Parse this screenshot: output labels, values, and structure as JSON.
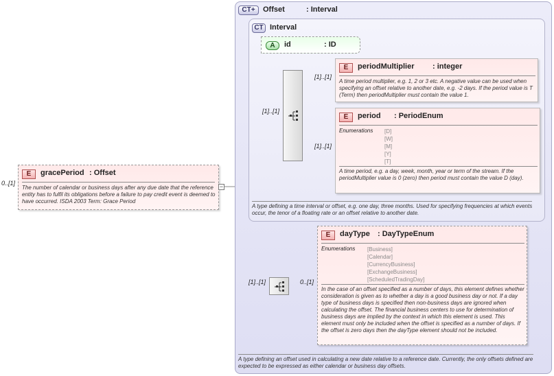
{
  "outer_type": {
    "badge": "CT+",
    "name": "Offset",
    "type": ": Interval",
    "description": "A type defining an offset used in calculating a new date relative to a reference date. Currently, the only offsets defined are expected to be expressed as either calendar or business day offsets."
  },
  "inner_type": {
    "badge": "CT",
    "name": "Interval",
    "description": "A type defining a time interval or offset, e.g. one day, three months. Used for specifying frequencies at which events occur, the tenor of a floating rate or an offset relative to another date."
  },
  "root_element": {
    "badge": "E",
    "name": "gracePeriod",
    "type": ": Offset",
    "cardinality": "0..[1]",
    "toggle": "−",
    "description": "The number of calendar or business days after any due date that the reference entity has to fulfil its obligations before a failure to pay credit event is deemed to have occurred. ISDA 2003 Term: Grace Period"
  },
  "attribute": {
    "badge": "A",
    "name": "id",
    "type": ": ID"
  },
  "inner_sequence": {
    "cardinality": "[1]..[1]"
  },
  "period_multiplier": {
    "badge": "E",
    "name": "periodMultiplier",
    "type": ": integer",
    "cardinality": "[1]..[1]",
    "description": "A time period multiplier, e.g. 1, 2 or 3 etc. A negative value can be used when specifying an offset relative to another date, e.g. -2 days. If the period value is T (Term) then periodMultiplier must contain the value 1."
  },
  "period": {
    "badge": "E",
    "name": "period",
    "type": ": PeriodEnum",
    "cardinality": "[1]..[1]",
    "enumerations_label": "Enumerations",
    "enumerations": [
      "[D]",
      "[W]",
      "[M]",
      "[Y]",
      "[T]"
    ],
    "description": "A time period, e.g. a day, week, month, year or term of the stream. If the periodMultiplier value is 0 (zero) then period must contain the value D (day)."
  },
  "outer_sequence": {
    "cardinality": "[1]..[1]"
  },
  "day_type": {
    "badge": "E",
    "name": "dayType",
    "type": ": DayTypeEnum",
    "cardinality": "0..[1]",
    "enumerations_label": "Enumerations",
    "enumerations": [
      "[Business]",
      "[Calendar]",
      "[CurrencyBusiness]",
      "[ExchangeBusiness]",
      "[ScheduledTradingDay]"
    ],
    "description": "In the case of an offset specified as a number of days, this element defines whether consideration is given as to whether a day is a good business day or not. If a day type of business days is specified then non-business days are ignored when calculating the offset. The financial business centers to use for determination of business days are implied by the context in which this element is used. This element must only be included when the offset is specified as a number of days. If the offset is zero days then the dayType element should not be included."
  }
}
